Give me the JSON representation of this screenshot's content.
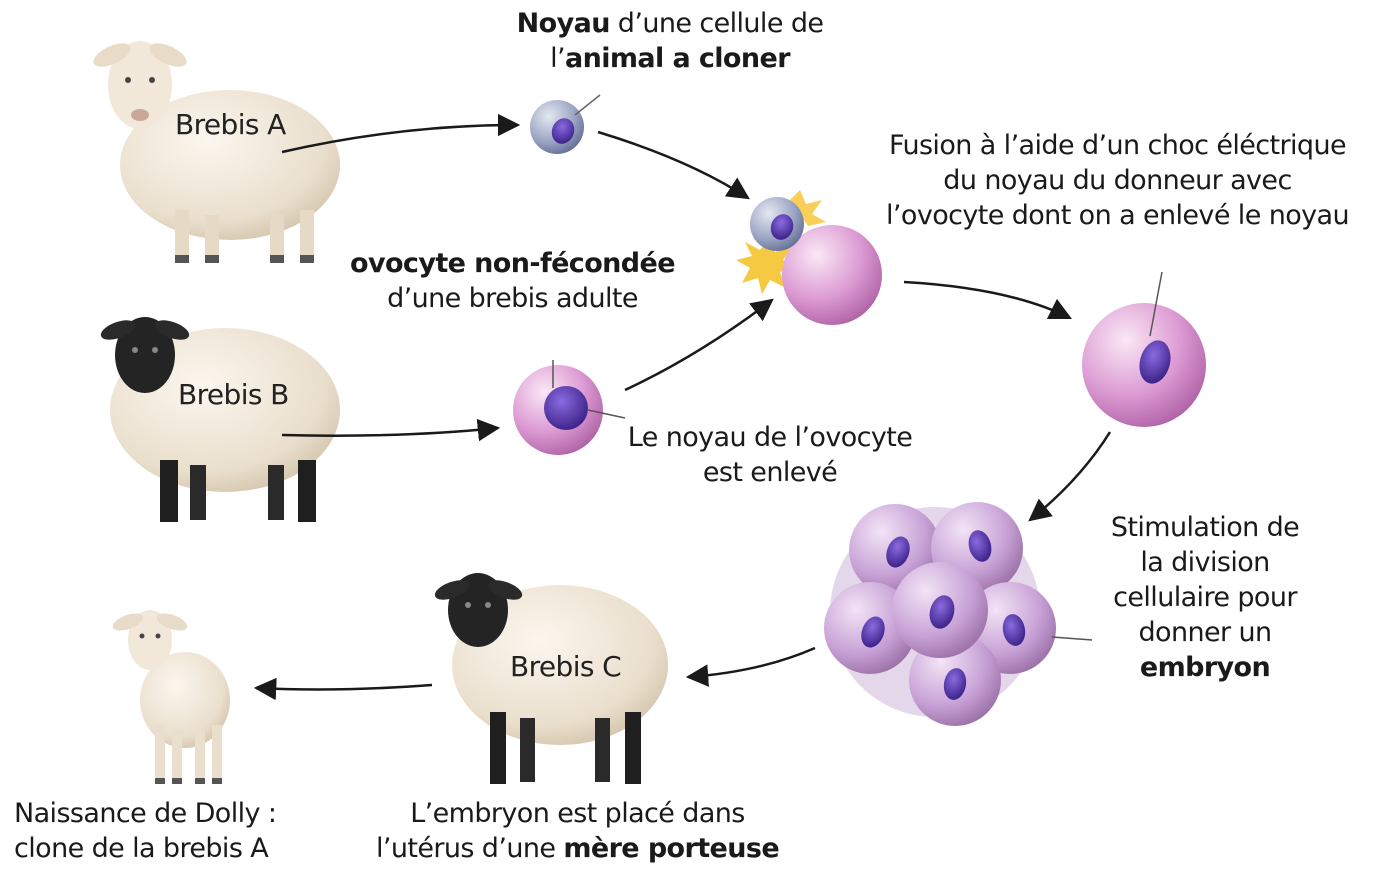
{
  "sheep": {
    "a_label": "Brebis A",
    "b_label": "Brebis B",
    "c_label": "Brebis C"
  },
  "labels": {
    "donor_nucleus": {
      "bold": "Noyau",
      "text1": " d’une cellule de",
      "text2": "l’",
      "bold2": "animal a cloner"
    },
    "oocyte": {
      "bold": "ovocyte non-fécondée",
      "text": "d’une brebis adulte"
    },
    "nucleus_removed": {
      "line1": "Le noyau de l’ovocyte",
      "line2": "est enlevé"
    },
    "fusion": {
      "line1": "Fusion à l’aide d’un choc éléctrique",
      "line2": "du noyau du donneur avec",
      "line3": "l’ovocyte dont on a enlevé le noyau"
    },
    "stimulation": {
      "line1": "Stimulation de",
      "line2": "la division",
      "line3": "cellulaire pour",
      "line4": "donner un",
      "bold": "embryon"
    },
    "implant": {
      "line1": "L’embryon est placé dans",
      "text2": "l’utérus d’une ",
      "bold": "mère porteuse"
    },
    "birth": {
      "line1": "Naissance de Dolly :",
      "line2": "clone de la brebis A"
    }
  },
  "colors": {
    "wool": "#efe6d8",
    "wool_shade": "#d8cab4",
    "oocyte": "#d98fd0",
    "nucleus": "#5a3aa8",
    "donor_cell": "#8f9ab8",
    "embryo": "#c9a2d8",
    "arrow": "#1a1a1a",
    "spark": "#f5c022"
  }
}
